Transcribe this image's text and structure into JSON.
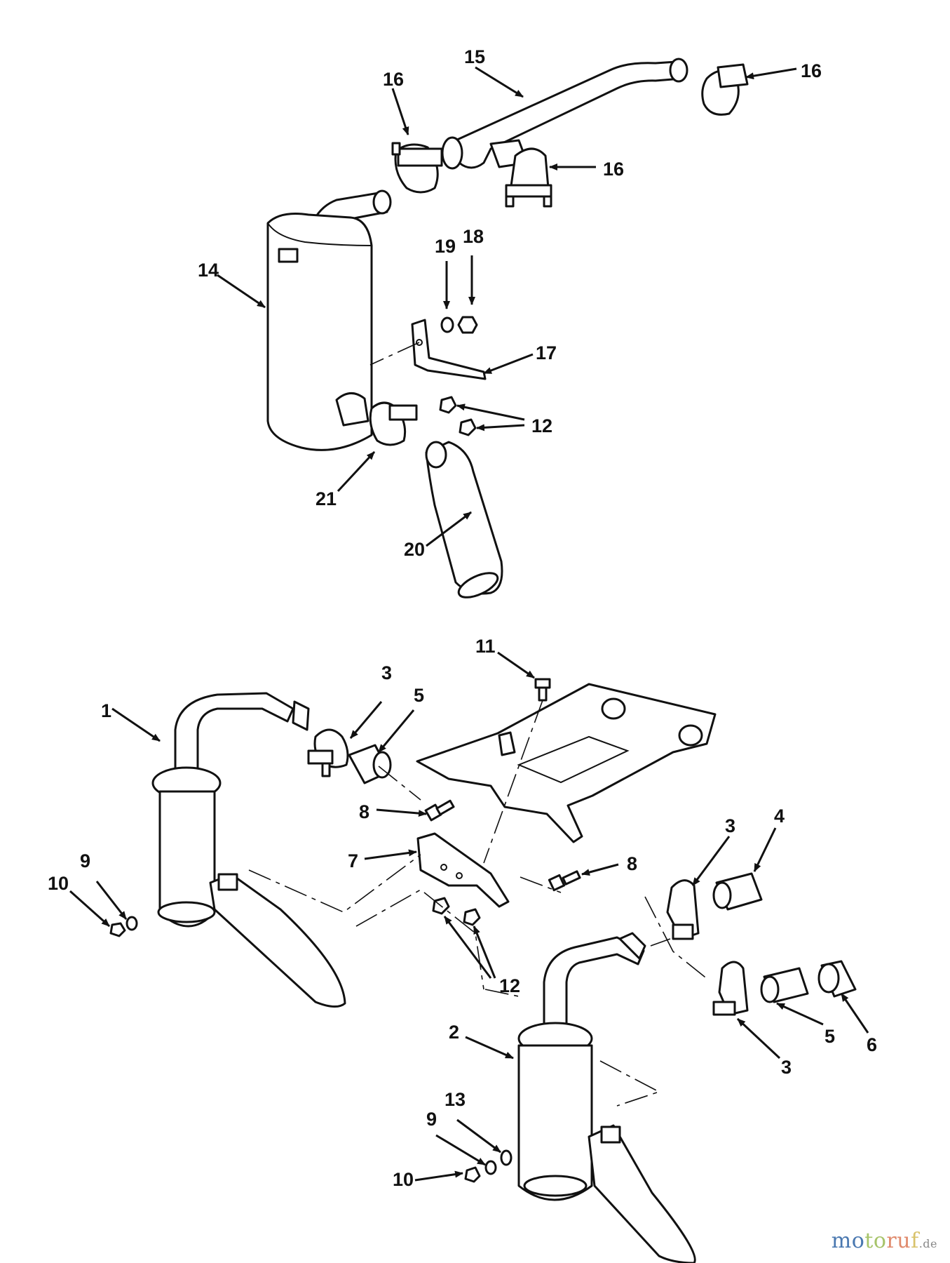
{
  "diagram": {
    "callouts": [
      {
        "id": "c15",
        "label": "15"
      },
      {
        "id": "c16a",
        "label": "16"
      },
      {
        "id": "c16b",
        "label": "16"
      },
      {
        "id": "c16c",
        "label": "16"
      },
      {
        "id": "c14",
        "label": "14"
      },
      {
        "id": "c19",
        "label": "19"
      },
      {
        "id": "c18",
        "label": "18"
      },
      {
        "id": "c17",
        "label": "17"
      },
      {
        "id": "c12a",
        "label": "12"
      },
      {
        "id": "c21",
        "label": "21"
      },
      {
        "id": "c20",
        "label": "20"
      },
      {
        "id": "c11",
        "label": "11"
      },
      {
        "id": "c3a",
        "label": "3"
      },
      {
        "id": "c5a",
        "label": "5"
      },
      {
        "id": "c1",
        "label": "1"
      },
      {
        "id": "c8a",
        "label": "8"
      },
      {
        "id": "c7",
        "label": "7"
      },
      {
        "id": "c8b",
        "label": "8"
      },
      {
        "id": "c9a",
        "label": "9"
      },
      {
        "id": "c10a",
        "label": "10"
      },
      {
        "id": "c3b",
        "label": "3"
      },
      {
        "id": "c4",
        "label": "4"
      },
      {
        "id": "c12b",
        "label": "12"
      },
      {
        "id": "c2",
        "label": "2"
      },
      {
        "id": "c5b",
        "label": "5"
      },
      {
        "id": "c6",
        "label": "6"
      },
      {
        "id": "c3c",
        "label": "3"
      },
      {
        "id": "c13",
        "label": "13"
      },
      {
        "id": "c9b",
        "label": "9"
      },
      {
        "id": "c10b",
        "label": "10"
      }
    ]
  },
  "watermark": {
    "m1": "mo",
    "m2": "to",
    "m3": "ru",
    "m4": "f",
    "suffix": ".de"
  }
}
